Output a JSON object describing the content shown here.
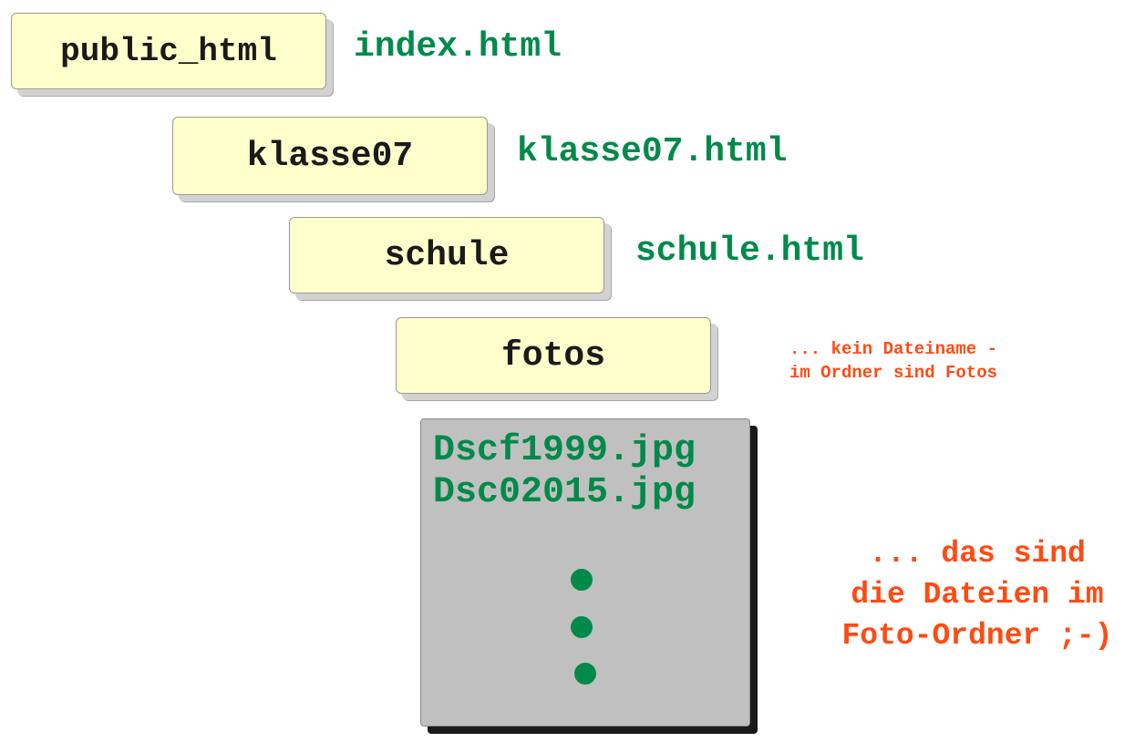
{
  "folders": {
    "public_html": "public_html",
    "klasse07": "klasse07",
    "schule": "schule",
    "fotos": "fotos"
  },
  "files": {
    "index": "index.html",
    "klasse07": "klasse07.html",
    "schule": "schule.html"
  },
  "notes": {
    "fotos_note": "... kein Dateiname -\nim Ordner sind Fotos",
    "files_note": "... das sind\ndie Dateien im\nFoto-Ordner ;-)"
  },
  "photo_files": [
    "Dscf1999.jpg",
    "Dsc02015.jpg"
  ],
  "colors": {
    "folder_fill": "#ffffcc",
    "file_text": "#008a4a",
    "note_text": "#ff4a12",
    "photo_box_fill": "#c0c0c0"
  }
}
